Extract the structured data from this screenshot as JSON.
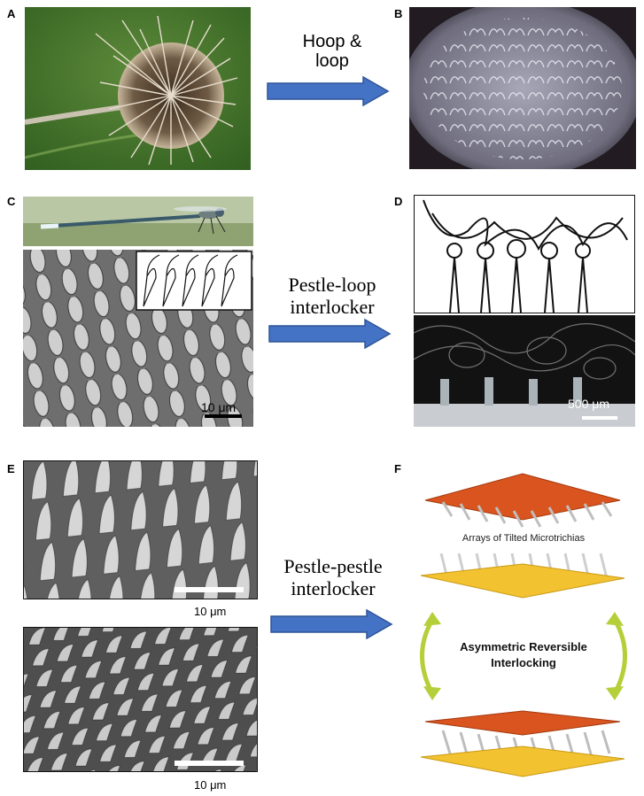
{
  "panels": {
    "A": {
      "label": "A"
    },
    "B": {
      "label": "B"
    },
    "C": {
      "label": "C",
      "scale": "10 μm"
    },
    "D": {
      "label": "D",
      "scale": "500 μm"
    },
    "E": {
      "label": "E",
      "scale_top": "10 μm",
      "scale_bottom": "10 μm"
    },
    "F": {
      "label": "F",
      "caption_top": "Arrays of Tilted Microtrichias",
      "caption_mid_line1": "Asymmetric Reversible",
      "caption_mid_line2": "Interlocking"
    }
  },
  "arrows": {
    "row1": {
      "line1": "Hoop &",
      "line2": "loop"
    },
    "row2": {
      "line1": "Pestle-loop",
      "line2": "interlocker"
    },
    "row3": {
      "line1": "Pestle-pestle",
      "line2": "interlocker"
    }
  },
  "colors": {
    "arrow": "#4472c4",
    "arrow_stroke": "#2f5597",
    "green_arrow": "#b5cf3a",
    "orange_plate": "#d9541e",
    "yellow_plate": "#f2c230"
  }
}
